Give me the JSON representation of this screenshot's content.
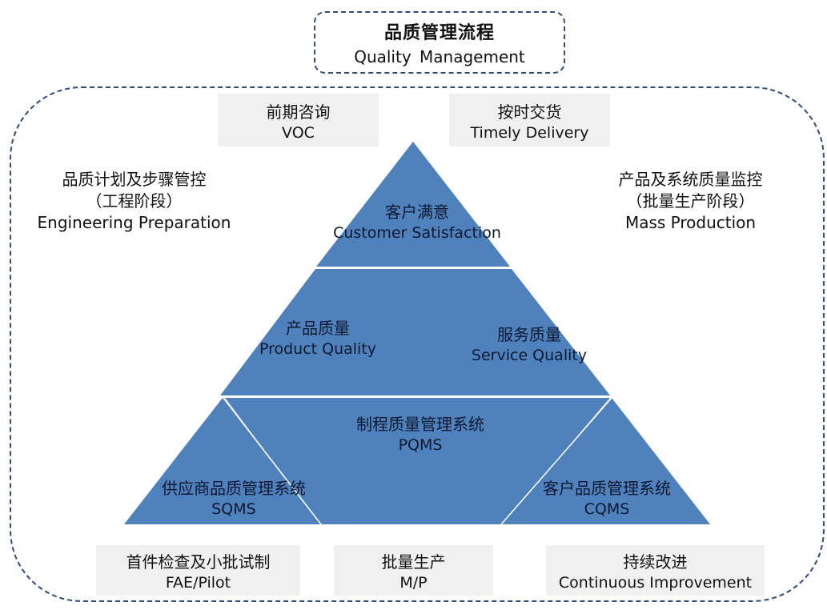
{
  "title": {
    "zh": "品质管理流程",
    "en": "Quality  Management"
  },
  "top_boxes": [
    {
      "zh": "前期咨询",
      "en": "VOC"
    },
    {
      "zh": "按时交货",
      "en": "Timely Delivery"
    }
  ],
  "left_phase": {
    "line1": "品质计划及步骤管控",
    "line2": "（工程阶段）",
    "line3": "Engineering  Preparation"
  },
  "right_phase": {
    "line1": "产品及系统质量监控",
    "line2": "（批量生产阶段）",
    "line3": "Mass Production"
  },
  "pyramid": {
    "top": {
      "zh": "客户满意",
      "en": "Customer Satisfaction"
    },
    "middle_left": {
      "zh": "产品质量",
      "en": "Product Quality"
    },
    "middle_right": {
      "zh": "服务质量",
      "en": "Service Quality"
    },
    "bottom_center": {
      "zh": "制程质量管理系统",
      "en": "PQMS"
    },
    "bottom_left": {
      "zh": "供应商品质管理系统",
      "en": "SQMS"
    },
    "bottom_right": {
      "zh": "客户品质管理系统",
      "en": "CQMS"
    }
  },
  "bottom_boxes": [
    {
      "zh": "首件检查及小批试制",
      "en": "FAE/Pilot"
    },
    {
      "zh": "批量生产",
      "en": "M/P"
    },
    {
      "zh": "持续改进",
      "en": "Continuous Improvement"
    }
  ],
  "colors": {
    "pyramid_fill": "#4f81bd",
    "dashed_border": "#2e4e7e",
    "box_fill": "#f0f0f0"
  }
}
